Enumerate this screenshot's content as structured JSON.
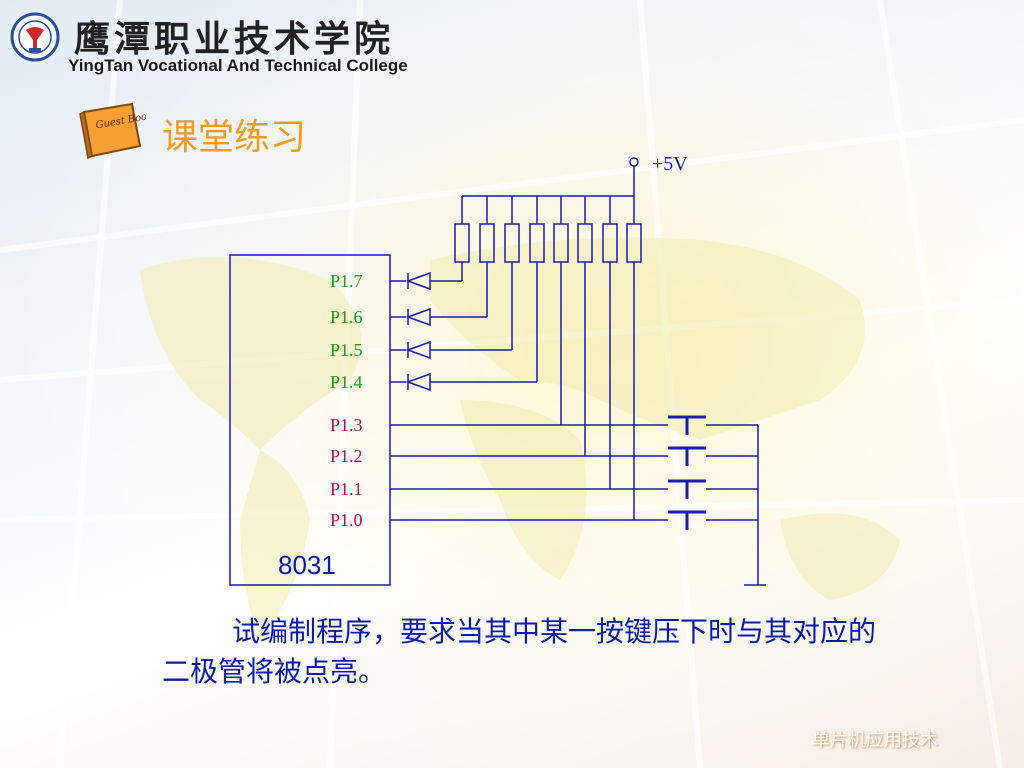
{
  "header": {
    "school_name_cn": "鹰潭职业技术学院",
    "school_name_en": "YingTan Vocational And Technical College",
    "badge_text": "Guest Book"
  },
  "slide": {
    "title": "课堂练习",
    "task_text": "试编制程序，要求当其中某一按键压下时与其对应的二极管将被点亮。",
    "footer": "单片机应用技术"
  },
  "diagram": {
    "chip_label": "8031",
    "supply_label": "+5V",
    "led_pins": [
      "P1.7",
      "P1.6",
      "P1.5",
      "P1.4"
    ],
    "key_pins": [
      "P1.3",
      "P1.2",
      "P1.1",
      "P1.0"
    ],
    "colors": {
      "wire": "#1a1ab8",
      "led_pin_label": "#18a018",
      "key_pin_label": "#b0105a",
      "chip_label": "#0a1ab0"
    }
  }
}
